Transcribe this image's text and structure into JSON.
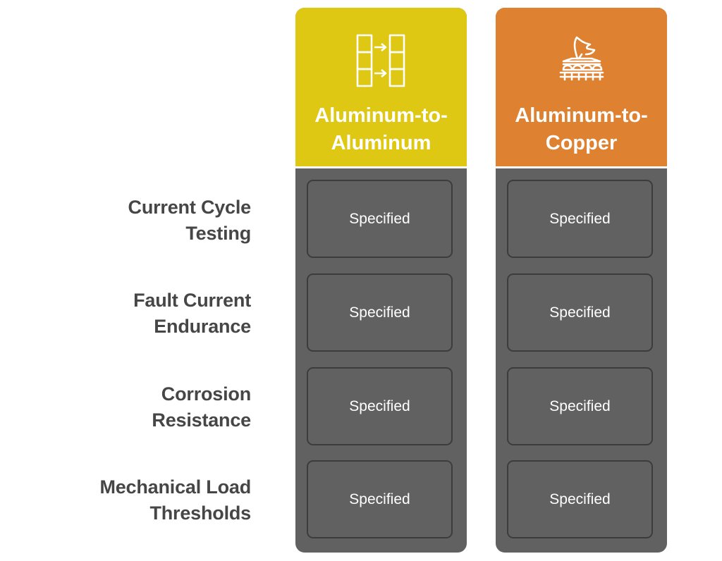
{
  "rows": [
    {
      "label": "Current Cycle\nTesting"
    },
    {
      "label": "Fault Current\nEndurance"
    },
    {
      "label": "Corrosion\nResistance"
    },
    {
      "label": "Mechanical Load\nThresholds"
    }
  ],
  "columns": [
    {
      "title": "Aluminum-to-\nAluminum",
      "color": "#DFC813",
      "icon": "transfer-arrows-icon",
      "cells": [
        "Specified",
        "Specified",
        "Specified",
        "Specified"
      ]
    },
    {
      "title": "Aluminum-to-\nCopper",
      "color": "#DE8130",
      "icon": "connector-machine-icon",
      "cells": [
        "Specified",
        "Specified",
        "Specified",
        "Specified"
      ]
    }
  ],
  "colors": {
    "cell_bg": "#616161",
    "cell_border": "#3C3C3C",
    "label_text": "#464646"
  }
}
